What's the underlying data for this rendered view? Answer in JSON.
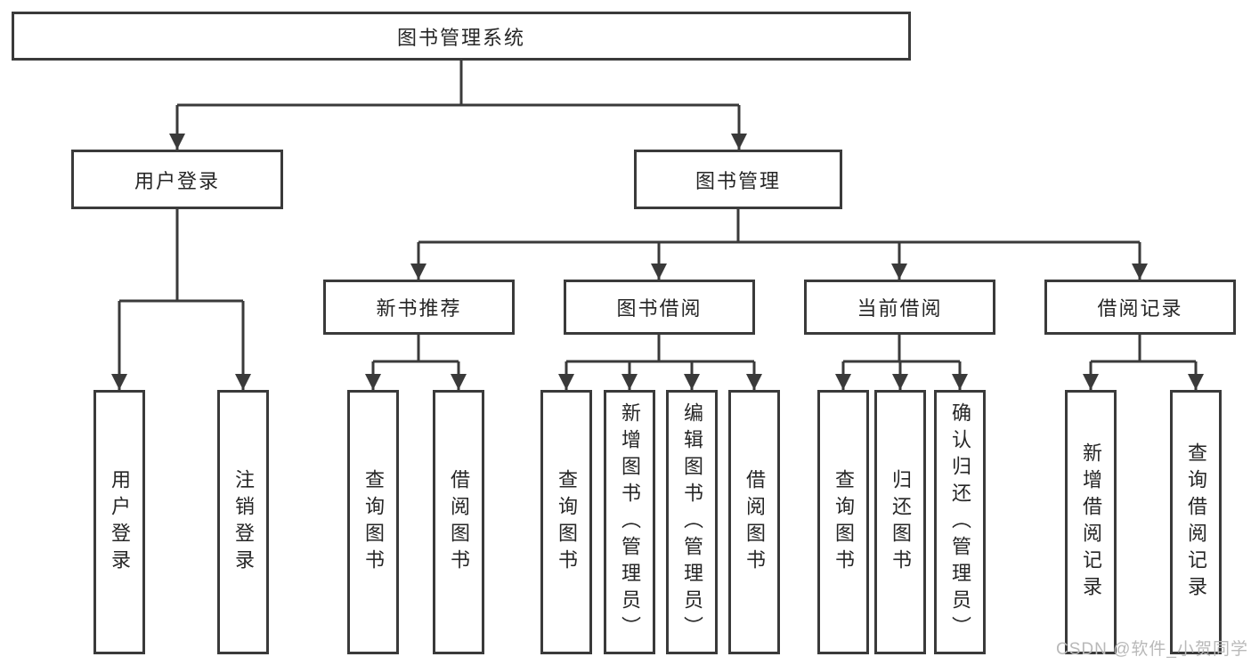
{
  "tree": {
    "root": {
      "label": "图书管理系统"
    },
    "branches": [
      {
        "label": "用户登录",
        "children": [
          {
            "label": "用户登录"
          },
          {
            "label": "注销登录"
          }
        ]
      },
      {
        "label": "图书管理",
        "groups": [
          {
            "label": "新书推荐",
            "children": [
              {
                "label": "查询图书"
              },
              {
                "label": "借阅图书"
              }
            ]
          },
          {
            "label": "图书借阅",
            "children": [
              {
                "label": "查询图书"
              },
              {
                "label": "新增图书（管理员）"
              },
              {
                "label": "编辑图书（管理员）"
              },
              {
                "label": "借阅图书"
              }
            ]
          },
          {
            "label": "当前借阅",
            "children": [
              {
                "label": "查询图书"
              },
              {
                "label": "归还图书"
              },
              {
                "label": "确认归还（管理员）"
              }
            ]
          },
          {
            "label": "借阅记录",
            "children": [
              {
                "label": "新增借阅记录"
              },
              {
                "label": "查询借阅记录"
              }
            ]
          }
        ]
      }
    ]
  },
  "watermark": {
    "text": "CSDN @软件_小贺同学",
    "color": "#b9b9b9"
  },
  "colors": {
    "line": "#3a3a3a",
    "text": "#262626",
    "background": "#ffffff"
  }
}
